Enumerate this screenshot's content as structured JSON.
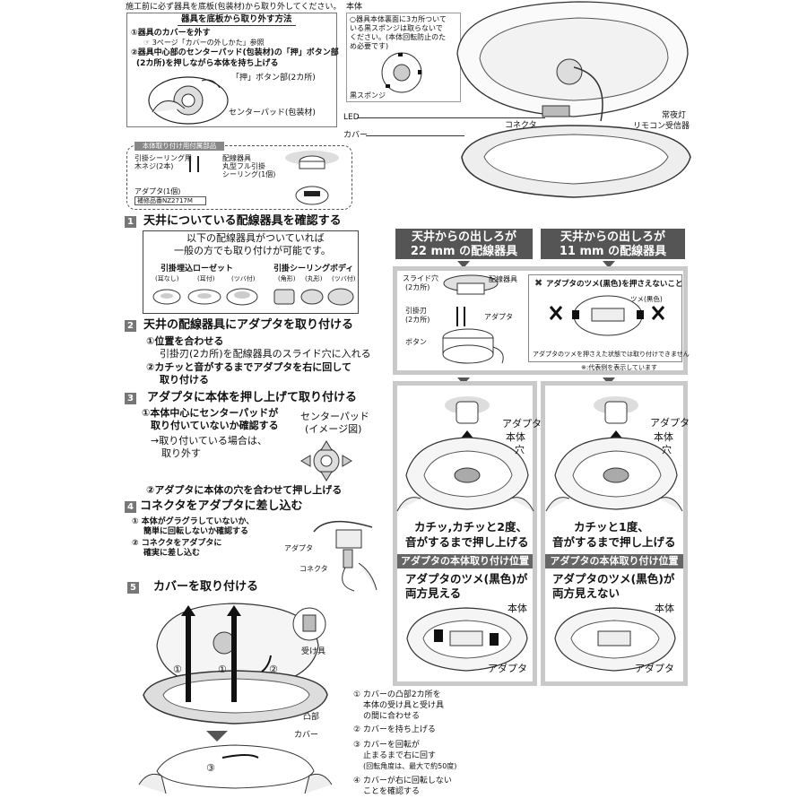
{
  "top_note": "施工前に必ず器具を底板(包装材)から取り外してください。",
  "removal_box": {
    "title": "器具を底板から取り外す方法",
    "step1": "①器具のカバーを外す",
    "step1_ref": "3ページ「カバーの外しかた」参照",
    "step2a": "②器具中心部のセンターパッド(包装材)の「押」ボタン部",
    "step2b": "(2カ所)を押しながら本体を持ち上げる",
    "label_button": "「押」ボタン部(2カ所)",
    "label_pad": "センターパッド(包装材)"
  },
  "unit_diagram": {
    "label_body": "本体",
    "note1": "○器具本体裏面に3カ所ついて",
    "note2": "いる黒スポンジは取らないで",
    "note3": "ください。(本体回転防止のた",
    "note4": "め必要です)",
    "label_sponge": "黒スポンジ",
    "label_led": "LED",
    "label_connector": "コネクタ",
    "label_nightlight": "常夜灯",
    "label_receiver": "リモコン受信器",
    "label_cover": "カバー"
  },
  "parts_box": {
    "title": "本体取り付け用付属部品",
    "screw1": "引掛シーリング用",
    "screw2": "木ネジ(2本)",
    "wiring1": "配線器具",
    "wiring2": "丸型フル引掛",
    "wiring3": "シーリング(1個)",
    "adapter": "アダプタ(1個)",
    "part_no": "補修品番NZ2717M"
  },
  "step1": {
    "num": "1",
    "title": "天井についている配線器具を確認する",
    "box_line1": "以下の配線器具がついていれば",
    "box_line2": "一般の方でも取り付けが可能です。",
    "left_head": "引掛埋込ローゼット",
    "right_head": "引掛シーリングボディ",
    "left_types": [
      "(耳なし)",
      "(耳付)",
      "(ツバ付)"
    ],
    "right_types": [
      "(角形)",
      "(丸形)",
      "(ツバ付)"
    ]
  },
  "step2": {
    "num": "2",
    "title": "天井の配線器具にアダプタを取り付ける",
    "s1": "①位置を合わせる",
    "s1b": "引掛刃(2カ所)を配線器具のスライド穴に入れる",
    "s2": "②カチッと音がするまでアダプタを右に回して",
    "s2b": "取り付ける"
  },
  "step3": {
    "num": "3",
    "title": "アダプタに本体を押し上げて取り付ける",
    "s1": "①本体中心にセンターパッドが",
    "s1b": "取り付いていないか確認する",
    "s1c": "→取り付いている場合は、",
    "s1d": "取り外す",
    "pad_label1": "センターパッド",
    "pad_label2": "(イメージ図)",
    "s2": "②アダプタに本体の穴を合わせて押し上げる"
  },
  "step4": {
    "num": "4",
    "title": "コネクタをアダプタに差し込む",
    "s1": "① 本体がグラグラしていないか、",
    "s1b": "簡単に回転しないか確認する",
    "s2": "② コネクタをアダプタに",
    "s2b": "確実に差し込む",
    "label_adapter": "アダプタ",
    "label_connector": "コネクタ"
  },
  "step5": {
    "num": "5",
    "title": "カバーを取り付ける",
    "label_receiver": "受け具",
    "label_convex": "凸部",
    "label_cover": "カバー",
    "m1": "①",
    "m2": "②",
    "m3": "③",
    "n1": "① カバーの凸部2カ所を",
    "n1b": "本体の受け具と受け具",
    "n1c": "の間に合わせる",
    "n2": "② カバーを持ち上げる",
    "n3": "③ カバーを回転が",
    "n3b": "止まるまで右に回す",
    "n3c": "(回転角度は、最大で約50度)",
    "n4": "④ カバーが右に回転しない",
    "n4b": "ことを確認する"
  },
  "right_col": {
    "head22a": "天井からの出しろが",
    "head22b": "22 mm の配線器具",
    "head11a": "天井からの出しろが",
    "head11b": "11 mm の配線器具",
    "lbl_slide1": "スライド穴",
    "lbl_slide2": "(2カ所)",
    "lbl_wiring": "配線器具",
    "lbl_blade1": "引掛刃",
    "lbl_blade2": "(2カ所)",
    "lbl_adapter": "アダプタ",
    "lbl_button": "ボタン",
    "warn_title": "アダプタのツメ(黒色)を押さえないこと",
    "warn_claw1": "ツメ(黒色)",
    "warn_note": "アダプタのツメを押さえた状態では取り付けできません",
    "rep_note": "※:代表例を表示しています",
    "l_adapter": "アダプタ",
    "l_body": "本体",
    "l_hole": "穴",
    "click22a": "カチッ,カチッと2度、",
    "click22b": "音がするまで押し上げる",
    "click11a": "カチッと1度、",
    "click11b": "音がするまで押し上げる",
    "pos_bar": "アダプタの本体取り付け位置",
    "vis22a": "アダプタのツメ(黒色)が",
    "vis22b": "両方見える",
    "vis11a": "アダプタのツメ(黒色)が",
    "vis11b": "両方見えない",
    "l_body2": "本体",
    "l_adapter2": "アダプタ"
  }
}
